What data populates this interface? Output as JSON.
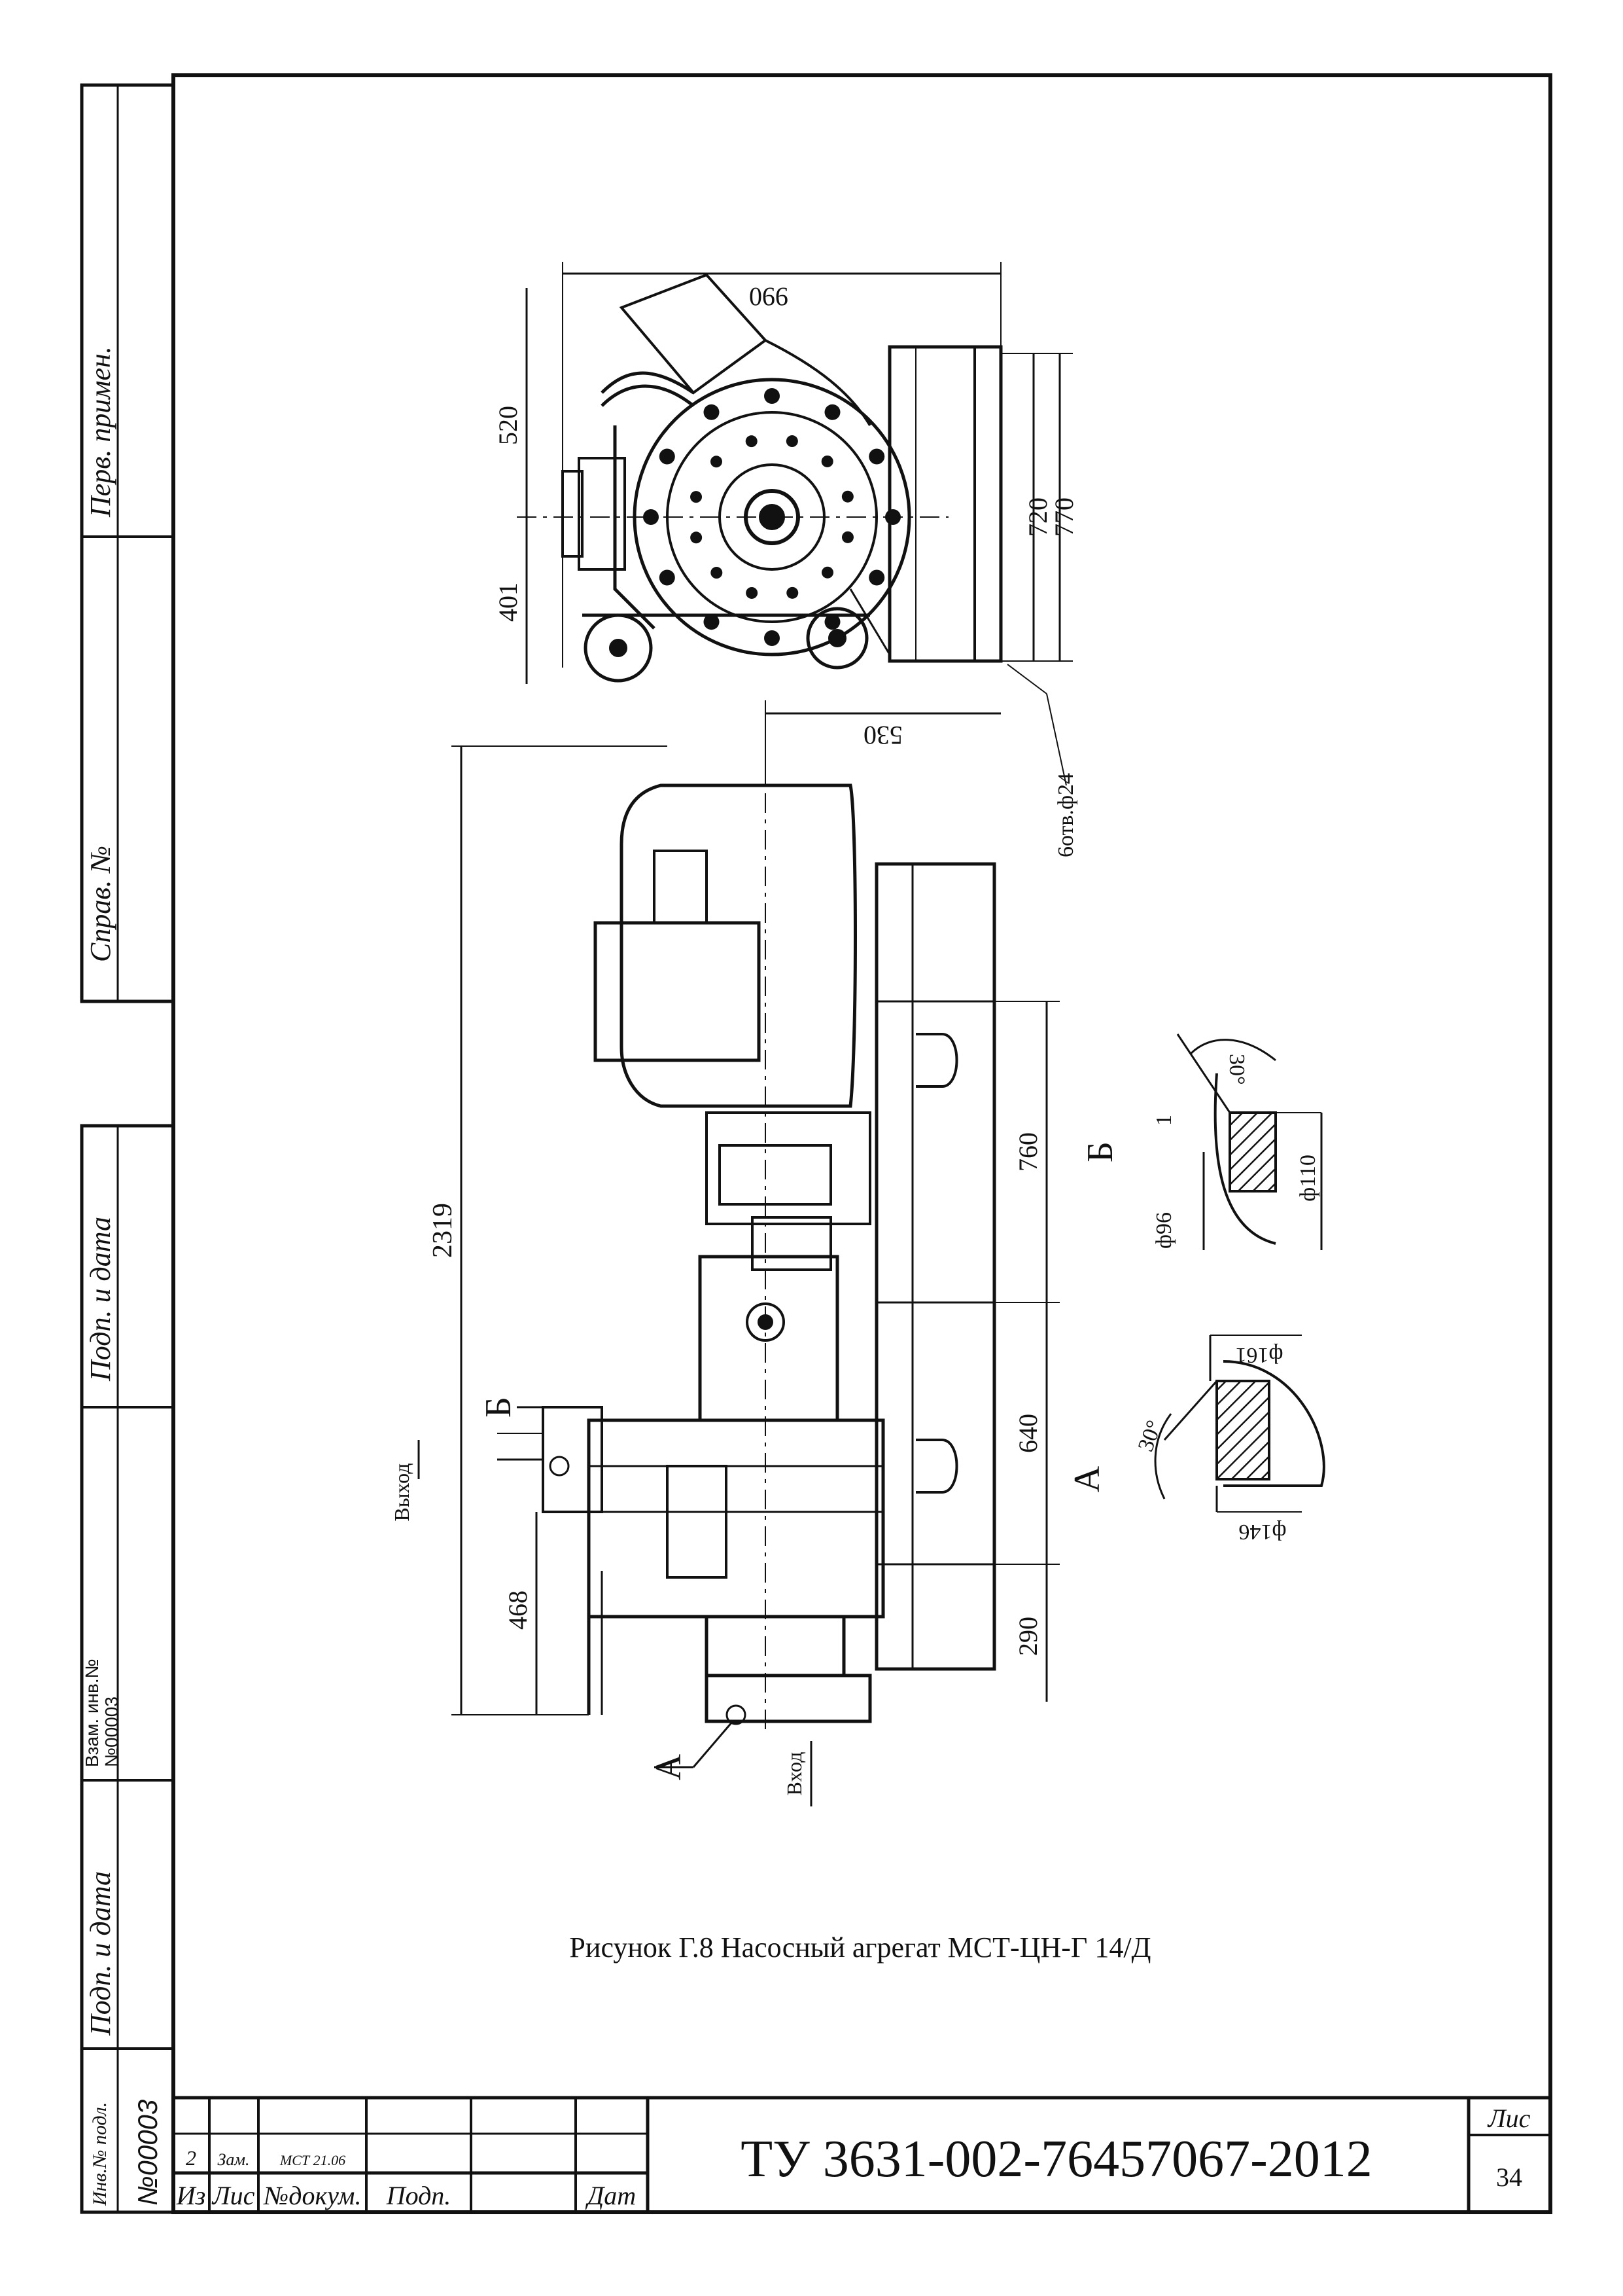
{
  "side_stamp": {
    "perv_primen": "Перв. примен.",
    "sprav_no": "Справ. №",
    "podp_data_1": "Подп. и дата",
    "vzam_inv": "Взам. инв.№",
    "vzam_inv_value": "№00003",
    "podp_data_2": "Подп. и дата",
    "inv_podl": "Инв.№ подл.",
    "inv_podl_value": "№00003"
  },
  "drawing": {
    "dims_top": {
      "width": "990",
      "upper": "520",
      "lower": "401",
      "h1": "720",
      "h2": "770",
      "bolt": "6отв.ф24"
    },
    "dims_side": {
      "motor": "530",
      "length": "2319",
      "d760": "760",
      "d640": "640",
      "d290": "290",
      "d468": "468"
    },
    "labels": {
      "vyhod": "Выход",
      "vhod": "Вход",
      "b": "Б",
      "a": "А"
    },
    "detail_b": {
      "label": "Б",
      "angle": "30°",
      "gap": "1",
      "d1": "ф96",
      "d2": "ф110"
    },
    "detail_a": {
      "label": "А",
      "angle": "30°",
      "d1": "ф161",
      "d2": "ф146"
    }
  },
  "caption": "Рисунок Г.8 Насосный агрегат МСТ-ЦН-Г 14/Д",
  "title_block": {
    "izm": "Из",
    "lis": "Лис",
    "ndok": "№докум.",
    "podp": "Подп.",
    "data": "Дат",
    "row_izm": "2",
    "row_lis": "Зам.",
    "row_ndok": "МСТ 21.06",
    "doc_code": "ТУ 3631-002-76457067-2012",
    "sheet_label": "Лис",
    "sheet_no": "34"
  }
}
